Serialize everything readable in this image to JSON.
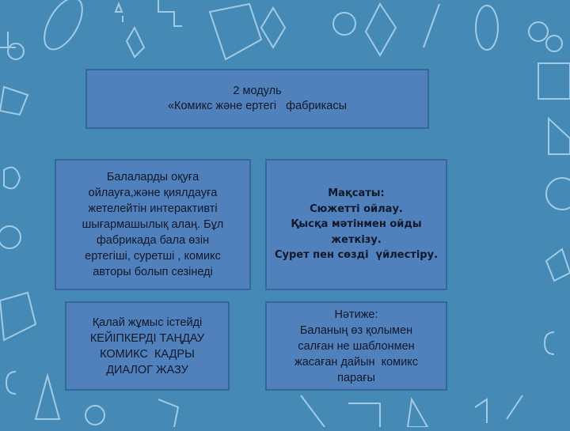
{
  "slide": {
    "background_color": "#4589b5",
    "box_fill_color": "#5181bd",
    "box_border_color": "#34679a",
    "text_color": "#10182a"
  },
  "title_box": {
    "lines": [
      "2 модуль",
      "«Комикс және ертегі   фабрикасы"
    ]
  },
  "description_box": {
    "lines": [
      "Балаларды оқуға",
      "ойлауға,және қиялдауға",
      "жетелейтін интерактивті",
      "шығармашылық алаң. Бұл",
      "фабрикада бала өзін",
      "ертегіші, суретші , комикс",
      "авторы болып сезінеді"
    ]
  },
  "goals_box": {
    "lines": [
      "Мақсаты:",
      "Сюжетті ойлау.",
      "Қысқа мәтінмен ойды",
      "жеткізу.",
      "Сурет пен сөзді  үйлестіру."
    ]
  },
  "howto_box": {
    "lines": [
      "Қалай жұмыс істейді",
      "КЕЙІПКЕРДІ ТАҢДАУ",
      "КОМИКС  КАДРЫ",
      "ДИАЛОГ ЖАЗУ"
    ]
  },
  "result_box": {
    "lines": [
      "Нәтиже:",
      "Баланың өз қолымен",
      "салған не шаблонмен",
      "жасаған дайын  комикс",
      "парағы"
    ]
  },
  "background_doodles": [
    "atom-icon",
    "planet-icon",
    "star-icon",
    "book-icon",
    "pencil-icon",
    "number-15-icon",
    "triangle-ruler-icon",
    "letter-b-icon",
    "letter-c-icon",
    "flask-icon",
    "apple-icon",
    "calculator-icon"
  ]
}
